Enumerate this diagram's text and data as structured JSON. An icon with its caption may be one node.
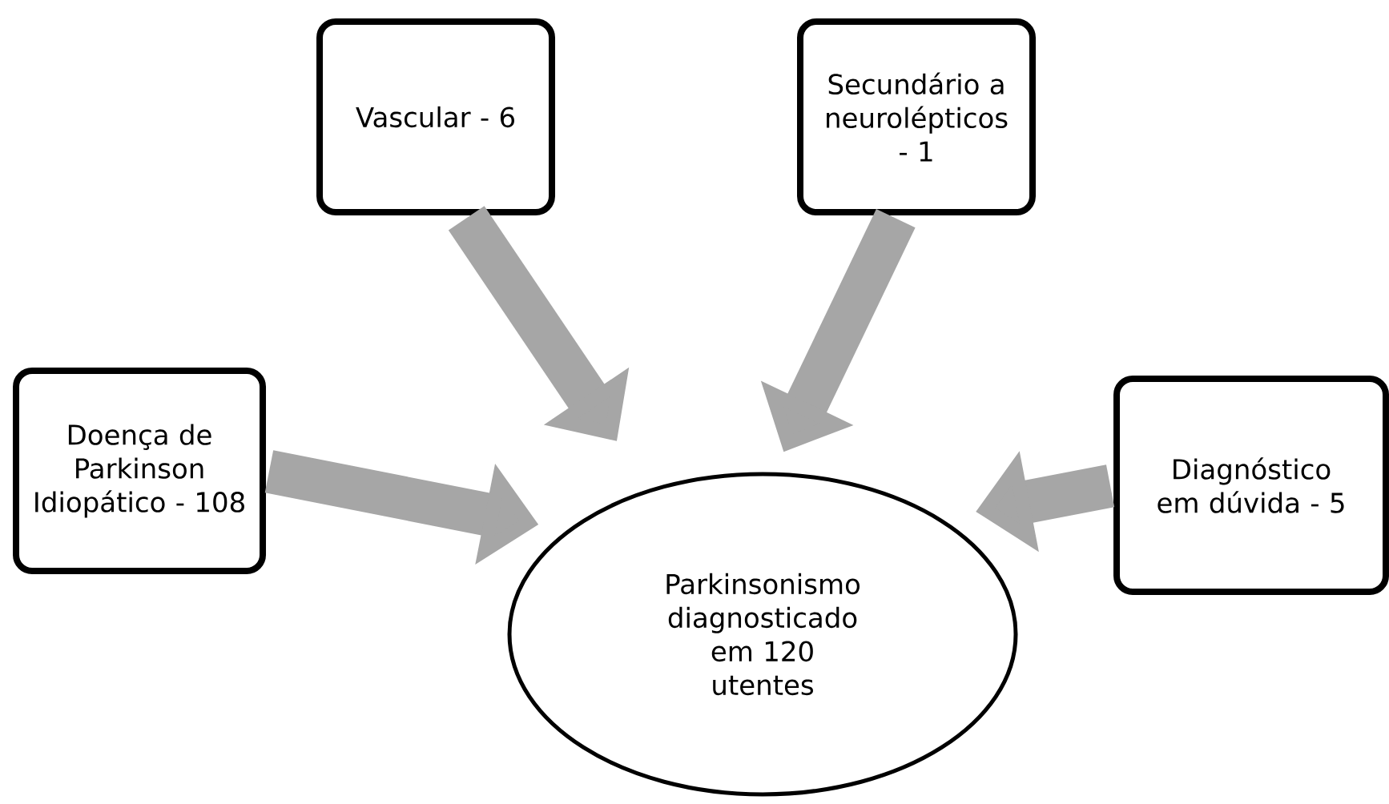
{
  "diagram": {
    "nodes": [
      {
        "text": [
          "Vascular - 6"
        ]
      },
      {
        "text": [
          "Secundário a neurolépticos - 1"
        ]
      },
      {
        "text": [
          "Doença de Parkinson Idiopático - 108"
        ]
      },
      {
        "text": [
          "Diagnóstico em dúvida - 5"
        ]
      },
      {
        "text": [
          "Parkinsonismo diagnosticado em 120 utentes"
        ]
      }
    ],
    "edges": [
      {
        "from": 0,
        "to": 4,
        "arrow": "to"
      },
      {
        "from": 1,
        "to": 4,
        "arrow": "to"
      },
      {
        "from": 2,
        "to": 4,
        "arrow": "to"
      },
      {
        "from": 3,
        "to": 4,
        "arrow": "to"
      }
    ]
  }
}
